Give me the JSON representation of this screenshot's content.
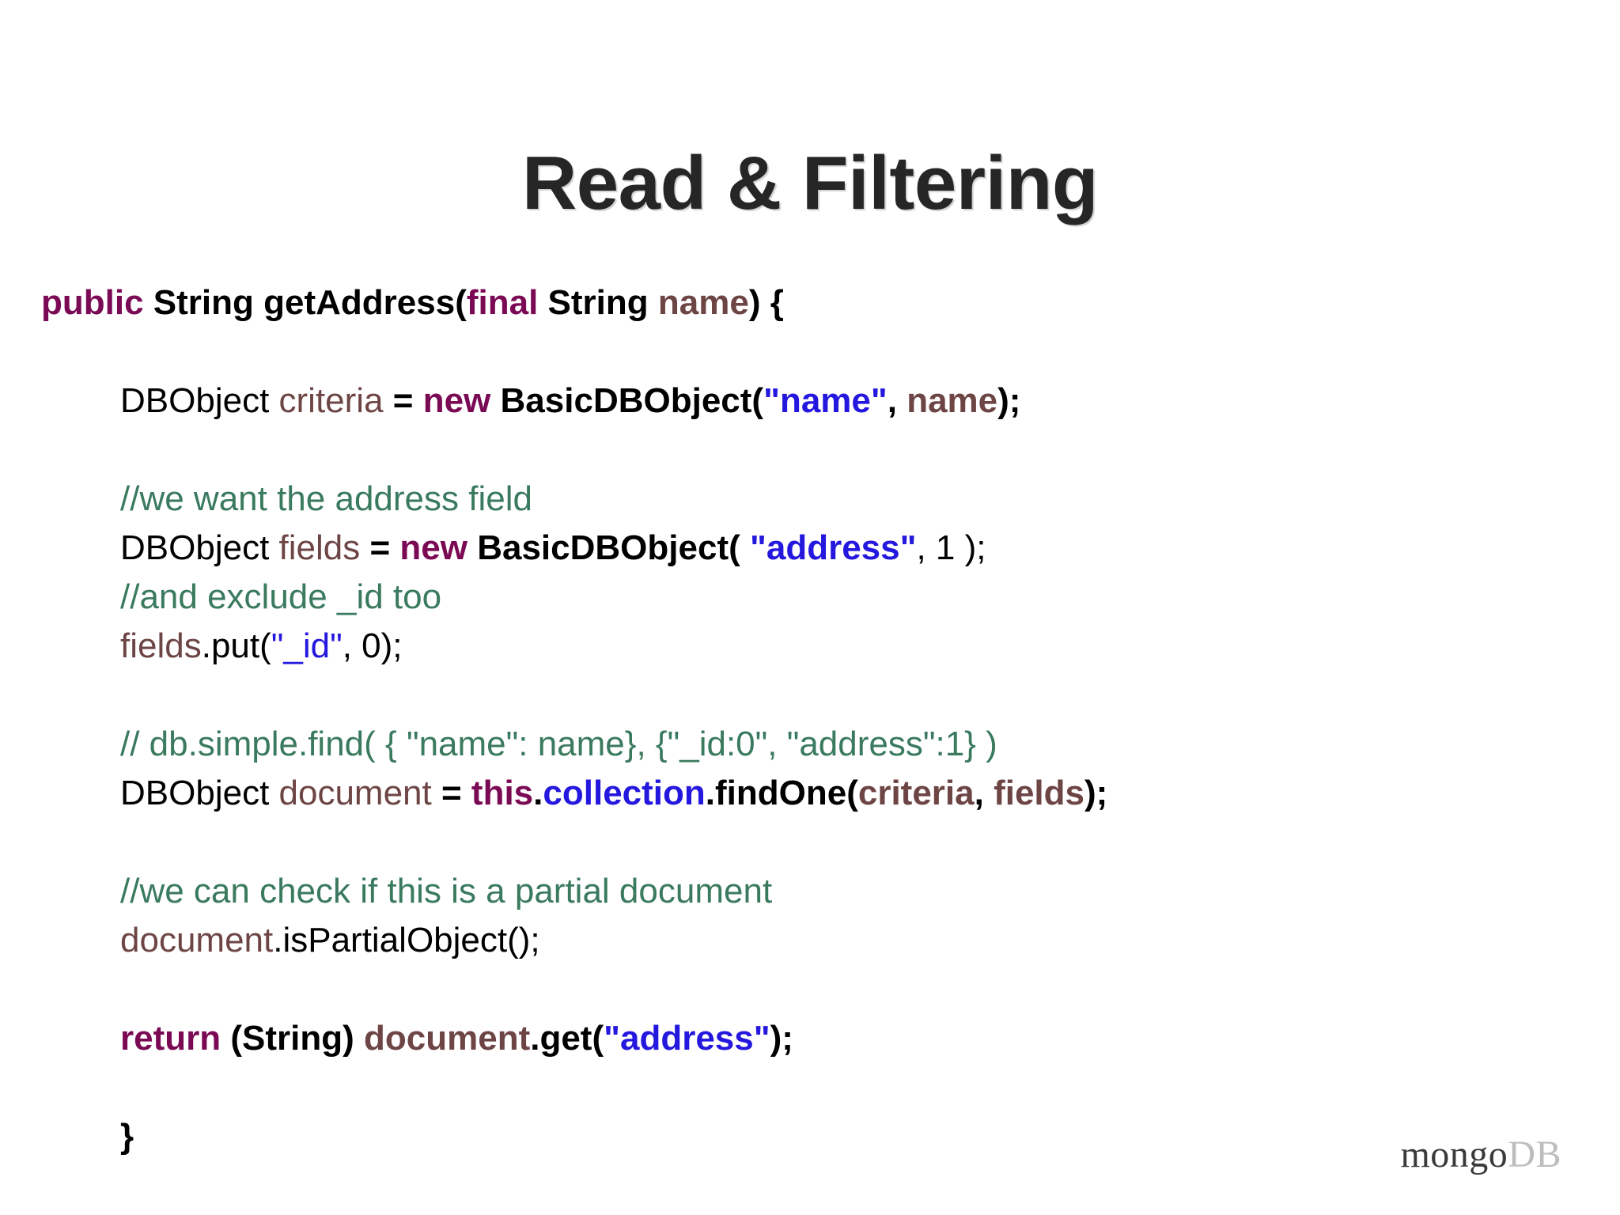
{
  "slide": {
    "title": "Read & Filtering",
    "background_color": "#FFFFFF"
  },
  "colors": {
    "keyword": "#7B0A55",
    "identifier": "#6E4545",
    "string": "#2417DE",
    "comment": "#3A7A5E",
    "plain": "#000000",
    "title": "#262626",
    "logo_dark": "#3A3A3A",
    "logo_light": "#BDBDBD"
  },
  "code": {
    "language": "java",
    "lines": [
      {
        "id": "line-signature",
        "indent": 0,
        "text": "public String getAddress(final String name) {",
        "tokens": [
          {
            "t": "public",
            "k": "kw"
          },
          {
            "t": " ",
            "k": "plain-b"
          },
          {
            "t": "String getAddress(",
            "k": "plain-b"
          },
          {
            "t": "final",
            "k": "kw"
          },
          {
            "t": " ",
            "k": "plain-b"
          },
          {
            "t": "String ",
            "k": "plain-b"
          },
          {
            "t": "name",
            "k": "ident-b"
          },
          {
            "t": ") {",
            "k": "plain-b"
          }
        ]
      },
      {
        "id": "line-blank-1",
        "indent": 0,
        "text": "",
        "tokens": []
      },
      {
        "id": "line-criteria",
        "indent": 1,
        "text": "DBObject criteria = new BasicDBObject(\"name\", name);",
        "tokens": [
          {
            "t": "DBObject ",
            "k": "plain"
          },
          {
            "t": "criteria",
            "k": "ident"
          },
          {
            "t": " ",
            "k": "plain"
          },
          {
            "t": "=",
            "k": "plain-b"
          },
          {
            "t": " ",
            "k": "plain-b"
          },
          {
            "t": "new",
            "k": "kw"
          },
          {
            "t": " ",
            "k": "plain-b"
          },
          {
            "t": "BasicDBObject(",
            "k": "plain-b"
          },
          {
            "t": "\"name\"",
            "k": "str-b"
          },
          {
            "t": ", ",
            "k": "plain-b"
          },
          {
            "t": "name",
            "k": "ident-b"
          },
          {
            "t": ");",
            "k": "plain-b"
          }
        ]
      },
      {
        "id": "line-blank-2",
        "indent": 0,
        "text": "",
        "tokens": []
      },
      {
        "id": "line-comment-address-field",
        "indent": 1,
        "text": "//we want the address field",
        "tokens": [
          {
            "t": "//we want the address field",
            "k": "cmt"
          }
        ]
      },
      {
        "id": "line-fields",
        "indent": 1,
        "text": "DBObject fields = new BasicDBObject( \"address\", 1 );",
        "tokens": [
          {
            "t": "DBObject ",
            "k": "plain"
          },
          {
            "t": "fields",
            "k": "ident"
          },
          {
            "t": " ",
            "k": "plain"
          },
          {
            "t": "=",
            "k": "plain-b"
          },
          {
            "t": " ",
            "k": "plain-b"
          },
          {
            "t": "new",
            "k": "kw"
          },
          {
            "t": " ",
            "k": "plain-b"
          },
          {
            "t": "BasicDBObject( ",
            "k": "plain-b"
          },
          {
            "t": "\"address\"",
            "k": "str-b"
          },
          {
            "t": ", 1 );",
            "k": "plain"
          }
        ]
      },
      {
        "id": "line-comment-exclude-id",
        "indent": 1,
        "text": "//and exclude _id too",
        "tokens": [
          {
            "t": "//and exclude _id too",
            "k": "cmt"
          }
        ]
      },
      {
        "id": "line-fields-put",
        "indent": 1,
        "text": "fields.put(\"_id\", 0);",
        "tokens": [
          {
            "t": "fields",
            "k": "ident"
          },
          {
            "t": ".put(",
            "k": "plain"
          },
          {
            "t": "\"_id\"",
            "k": "str"
          },
          {
            "t": ", 0);",
            "k": "plain"
          }
        ]
      },
      {
        "id": "line-blank-3",
        "indent": 0,
        "text": "",
        "tokens": []
      },
      {
        "id": "line-comment-shell-find",
        "indent": 1,
        "text": "// db.simple.find( { \"name\": name}, {\"_id:0\", \"address\":1} )",
        "tokens": [
          {
            "t": "// db.simple.find( { \"name\": name}, {\"_id:0\", \"address\":1} )",
            "k": "cmt"
          }
        ]
      },
      {
        "id": "line-findone",
        "indent": 1,
        "text": "DBObject document = this.collection.findOne(criteria, fields);",
        "tokens": [
          {
            "t": "DBObject ",
            "k": "plain"
          },
          {
            "t": "document",
            "k": "ident"
          },
          {
            "t": " ",
            "k": "plain"
          },
          {
            "t": "=",
            "k": "plain-b"
          },
          {
            "t": " ",
            "k": "plain-b"
          },
          {
            "t": "this",
            "k": "kw"
          },
          {
            "t": ".",
            "k": "plain-b"
          },
          {
            "t": "collection",
            "k": "str-b"
          },
          {
            "t": ".findOne(",
            "k": "plain-b"
          },
          {
            "t": "criteria",
            "k": "ident-b"
          },
          {
            "t": ", ",
            "k": "plain-b"
          },
          {
            "t": "fields",
            "k": "ident-b"
          },
          {
            "t": ");",
            "k": "plain-b"
          }
        ]
      },
      {
        "id": "line-blank-4",
        "indent": 0,
        "text": "",
        "tokens": []
      },
      {
        "id": "line-comment-partial-doc",
        "indent": 1,
        "text": "//we can check if this is a partial document",
        "tokens": [
          {
            "t": "//we can check if this is a partial document",
            "k": "cmt"
          }
        ]
      },
      {
        "id": "line-ispartialobject",
        "indent": 1,
        "text": "document.isPartialObject();",
        "tokens": [
          {
            "t": "document",
            "k": "ident"
          },
          {
            "t": ".isPartialObject();",
            "k": "plain"
          }
        ]
      },
      {
        "id": "line-blank-5",
        "indent": 0,
        "text": "",
        "tokens": []
      },
      {
        "id": "line-return",
        "indent": 1,
        "text": "return (String) document.get(\"address\");",
        "tokens": [
          {
            "t": "return",
            "k": "kw"
          },
          {
            "t": " ",
            "k": "plain-b"
          },
          {
            "t": "(String) ",
            "k": "plain-b"
          },
          {
            "t": "document",
            "k": "ident-b"
          },
          {
            "t": ".get(",
            "k": "plain-b"
          },
          {
            "t": "\"address\"",
            "k": "str-b"
          },
          {
            "t": ");",
            "k": "plain-b"
          }
        ]
      },
      {
        "id": "line-blank-6",
        "indent": 0,
        "text": "",
        "tokens": []
      },
      {
        "id": "line-close-brace",
        "indent": 1,
        "text": "}",
        "tokens": [
          {
            "t": "}",
            "k": "plain-b"
          }
        ]
      }
    ]
  },
  "logo": {
    "name": "mongoDB",
    "part_dark": "mongo",
    "part_light": "DB"
  }
}
